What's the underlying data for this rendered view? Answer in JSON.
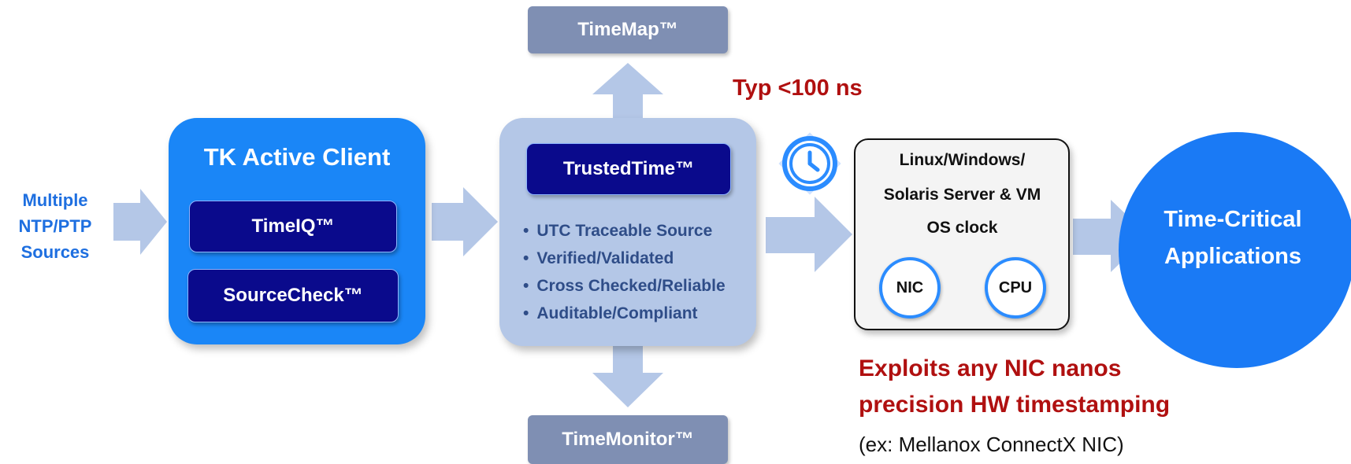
{
  "sources": {
    "line1": "Multiple",
    "line2": "NTP/PTP",
    "line3": "Sources"
  },
  "tk_client": {
    "title": "TK Active Client",
    "timeiq": "TimeIQ™",
    "sourcecheck": "SourceCheck™"
  },
  "trusted": {
    "title": "TrustedTime™",
    "bullets": [
      "UTC Traceable Source",
      "Verified/Validated",
      "Cross Checked/Reliable",
      "Auditable/Compliant"
    ]
  },
  "timemap": "TimeMap™",
  "timemonitor": "TimeMonitor™",
  "typ_label": "Typ <100 ns",
  "clock_icon": "clock-icon",
  "server": {
    "line1": "Linux/Windows/",
    "line2": "Solaris Server & VM",
    "line3": "OS clock",
    "nic": "NIC",
    "cpu": "CPU"
  },
  "apps": {
    "line1": "Time-Critical",
    "line2": "Applications"
  },
  "note": {
    "line1": "Exploits any NIC nanos",
    "line2": "precision HW timestamping",
    "line3": "(ex: Mellanox ConnectX NIC)"
  },
  "colors": {
    "accent_blue": "#1a86f7",
    "navy": "#0a0a8c",
    "light_panel": "#b4c7e7",
    "grey_box": "#7f8fb3",
    "arrow": "#b4c7e7",
    "red": "#b01010"
  }
}
